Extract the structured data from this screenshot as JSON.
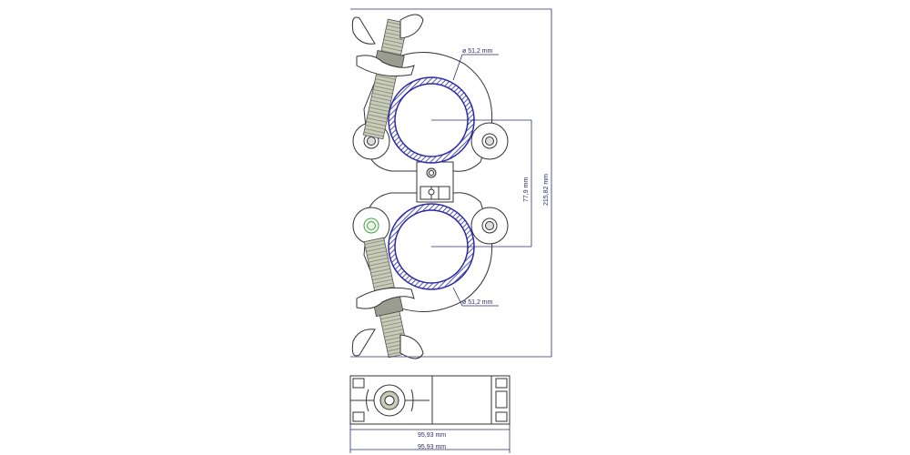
{
  "dimensions": {
    "diameter_top": "ø 51,2 mm",
    "diameter_bottom": "ø 51,2 mm",
    "center_distance": "77,9  mm",
    "total_height": "215,82  mm",
    "width_1": "95,93 mm",
    "width_2": "95,93 mm"
  },
  "colors": {
    "tube_outline": "#2a2aa8",
    "dimension_line": "#2b2f6b",
    "part_outline": "#333333",
    "bolt_fill": "#c9ccb8",
    "accent_green": "#3aa83a"
  }
}
